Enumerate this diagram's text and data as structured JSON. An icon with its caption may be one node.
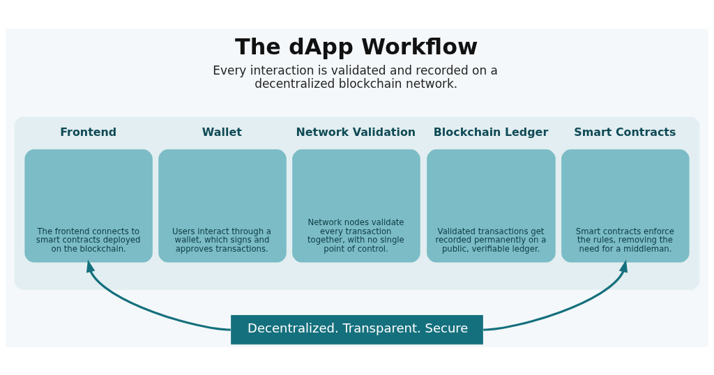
{
  "diagram": {
    "title": "The dApp Workflow",
    "caption": "Every interaction is validated and recorded on a decentralized blockchain network.",
    "nodes": [
      {
        "text": [],
        "shape": "box"
      },
      {
        "text": [
          "Frontend",
          "The frontend connects to smart contracts deployed on the blockchain."
        ],
        "in": 0
      },
      {
        "text": [
          "Wallet",
          "Users interact through a wallet, which signs and approves transactions."
        ],
        "in": 0
      },
      {
        "text": [
          "Network Validation",
          "Network nodes validate every transaction together, with no single point of control."
        ],
        "in": 0
      },
      {
        "text": [
          "Blockchain Ledger",
          "Validated transactions get recorded permanently on a public, verifiable ledger."
        ],
        "in": 0
      },
      {
        "text": [
          "Smart Contracts",
          "Smart contracts enforce the rules, removing the need for a middleman."
        ],
        "in": 0
      },
      {
        "text": [
          "Decentralized. Transparent. Secure"
        ]
      }
    ],
    "edges": [
      {
        "from": 6,
        "to": 1,
        "arrow": "to"
      },
      {
        "from": 6,
        "to": 5,
        "arrow": "to"
      }
    ]
  }
}
